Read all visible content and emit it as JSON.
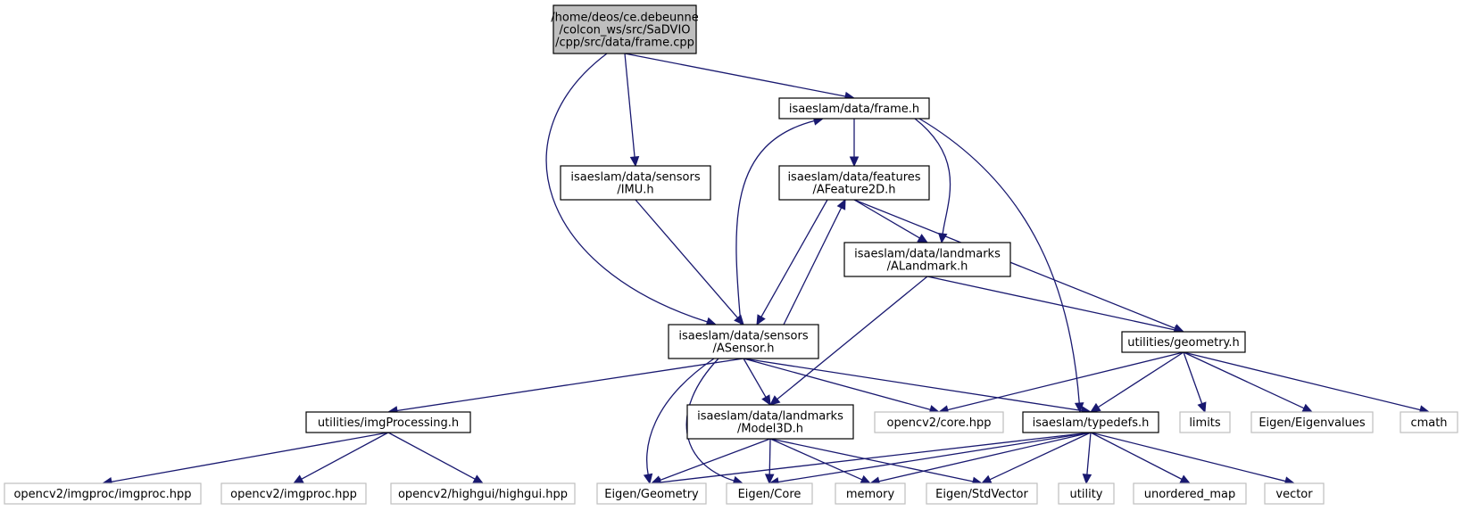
{
  "nodes": {
    "frame_cpp": {
      "lines": [
        "/home/deos/ce.debeunne",
        "/colcon_ws/src/SaDVIO",
        "/cpp/src/data/frame.cpp"
      ],
      "kind": "root"
    },
    "frame_h": {
      "lines": [
        "isaeslam/data/frame.h"
      ],
      "kind": "local"
    },
    "imu_h": {
      "lines": [
        "isaeslam/data/sensors",
        "/IMU.h"
      ],
      "kind": "local"
    },
    "afeature2d_h": {
      "lines": [
        "isaeslam/data/features",
        "/AFeature2D.h"
      ],
      "kind": "local"
    },
    "alandmark_h": {
      "lines": [
        "isaeslam/data/landmarks",
        "/ALandmark.h"
      ],
      "kind": "local"
    },
    "asensor_h": {
      "lines": [
        "isaeslam/data/sensors",
        "/ASensor.h"
      ],
      "kind": "local"
    },
    "geometry_h": {
      "lines": [
        "utilities/geometry.h"
      ],
      "kind": "local"
    },
    "imgprocessing_h": {
      "lines": [
        "utilities/imgProcessing.h"
      ],
      "kind": "local"
    },
    "model3d_h": {
      "lines": [
        "isaeslam/data/landmarks",
        "/Model3D.h"
      ],
      "kind": "local"
    },
    "opencv_core": {
      "lines": [
        "opencv2/core.hpp"
      ],
      "kind": "external"
    },
    "typedefs_h": {
      "lines": [
        "isaeslam/typedefs.h"
      ],
      "kind": "local"
    },
    "limits": {
      "lines": [
        "limits"
      ],
      "kind": "external"
    },
    "eigenvalues": {
      "lines": [
        "Eigen/Eigenvalues"
      ],
      "kind": "external"
    },
    "cmath": {
      "lines": [
        "cmath"
      ],
      "kind": "external"
    },
    "imgproc_imgproc": {
      "lines": [
        "opencv2/imgproc/imgproc.hpp"
      ],
      "kind": "external"
    },
    "imgproc": {
      "lines": [
        "opencv2/imgproc.hpp"
      ],
      "kind": "external"
    },
    "highgui": {
      "lines": [
        "opencv2/highgui/highgui.hpp"
      ],
      "kind": "external"
    },
    "eigen_geometry": {
      "lines": [
        "Eigen/Geometry"
      ],
      "kind": "external"
    },
    "eigen_core": {
      "lines": [
        "Eigen/Core"
      ],
      "kind": "external"
    },
    "memory": {
      "lines": [
        "memory"
      ],
      "kind": "external"
    },
    "stdvector": {
      "lines": [
        "Eigen/StdVector"
      ],
      "kind": "external"
    },
    "utility": {
      "lines": [
        "utility"
      ],
      "kind": "external"
    },
    "unordered_map": {
      "lines": [
        "unordered_map"
      ],
      "kind": "external"
    },
    "vector": {
      "lines": [
        "vector"
      ],
      "kind": "external"
    }
  },
  "edges": [
    [
      "frame_cpp",
      "frame_h"
    ],
    [
      "frame_cpp",
      "imu_h"
    ],
    [
      "frame_cpp",
      "asensor_h"
    ],
    [
      "frame_h",
      "afeature2d_h"
    ],
    [
      "frame_h",
      "alandmark_h"
    ],
    [
      "frame_h",
      "typedefs_h"
    ],
    [
      "imu_h",
      "asensor_h"
    ],
    [
      "afeature2d_h",
      "alandmark_h"
    ],
    [
      "afeature2d_h",
      "asensor_h"
    ],
    [
      "afeature2d_h",
      "geometry_h"
    ],
    [
      "alandmark_h",
      "model3d_h"
    ],
    [
      "alandmark_h",
      "geometry_h"
    ],
    [
      "asensor_h",
      "frame_h"
    ],
    [
      "asensor_h",
      "afeature2d_h"
    ],
    [
      "asensor_h",
      "imgprocessing_h"
    ],
    [
      "asensor_h",
      "model3d_h"
    ],
    [
      "asensor_h",
      "opencv_core"
    ],
    [
      "asensor_h",
      "typedefs_h"
    ],
    [
      "asensor_h",
      "eigen_geometry"
    ],
    [
      "asensor_h",
      "eigen_core"
    ],
    [
      "geometry_h",
      "opencv_core"
    ],
    [
      "geometry_h",
      "typedefs_h"
    ],
    [
      "geometry_h",
      "limits"
    ],
    [
      "geometry_h",
      "eigenvalues"
    ],
    [
      "geometry_h",
      "cmath"
    ],
    [
      "imgprocessing_h",
      "imgproc_imgproc"
    ],
    [
      "imgprocessing_h",
      "imgproc"
    ],
    [
      "imgprocessing_h",
      "highgui"
    ],
    [
      "model3d_h",
      "eigen_geometry"
    ],
    [
      "model3d_h",
      "eigen_core"
    ],
    [
      "model3d_h",
      "memory"
    ],
    [
      "model3d_h",
      "stdvector"
    ],
    [
      "typedefs_h",
      "eigen_geometry"
    ],
    [
      "typedefs_h",
      "eigen_core"
    ],
    [
      "typedefs_h",
      "memory"
    ],
    [
      "typedefs_h",
      "stdvector"
    ],
    [
      "typedefs_h",
      "utility"
    ],
    [
      "typedefs_h",
      "unordered_map"
    ],
    [
      "typedefs_h",
      "vector"
    ]
  ],
  "colors": {
    "edge": "#191970",
    "root_fill": "#bfbfbf",
    "local_border": "#000000",
    "external_border": "#bfbfbf",
    "background": "#ffffff"
  }
}
